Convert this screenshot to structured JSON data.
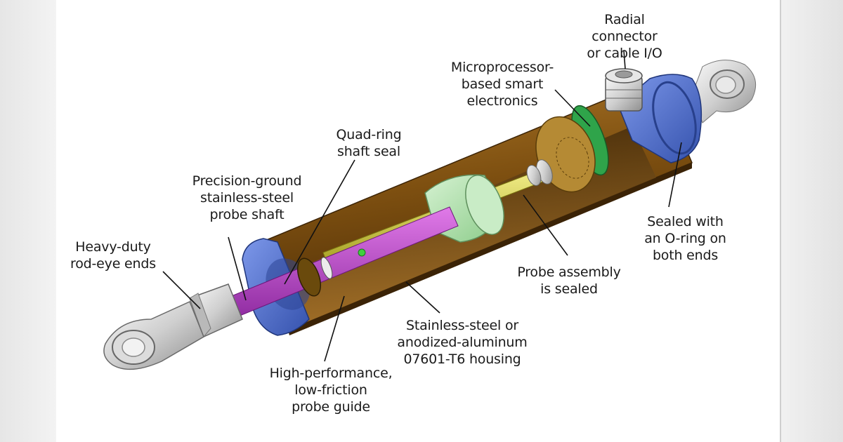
{
  "labels": {
    "radial_connector": "Radial connector\nor cable I/O",
    "microprocessor": "Microprocessor-\nbased smart\nelectronics",
    "quad_ring": "Quad-ring\nshaft seal",
    "precision_ground": "Precision-ground\nstainless-steel\nprobe shaft",
    "heavy_duty": "Heavy-duty\nrod-eye ends",
    "sealed_oring": "Sealed with\nan O-ring on\nboth ends",
    "probe_assembly": "Probe assembly\nis sealed",
    "housing": "Stainless-steel or\nanodized-aluminum\n07601-T6 housing",
    "probe_guide": "High-performance,\nlow-friction\nprobe guide"
  },
  "colors": {
    "housing": "#8a5a14",
    "end_cap": "#4f6fd0",
    "probe_shaft": "#c04ad0",
    "probe_rod": "#d8d24a",
    "probe_assembly": "#b8e6b8",
    "electronics_board": "#2fa44a",
    "rod_eye": "#d8d8d8",
    "leader": "#111111"
  }
}
